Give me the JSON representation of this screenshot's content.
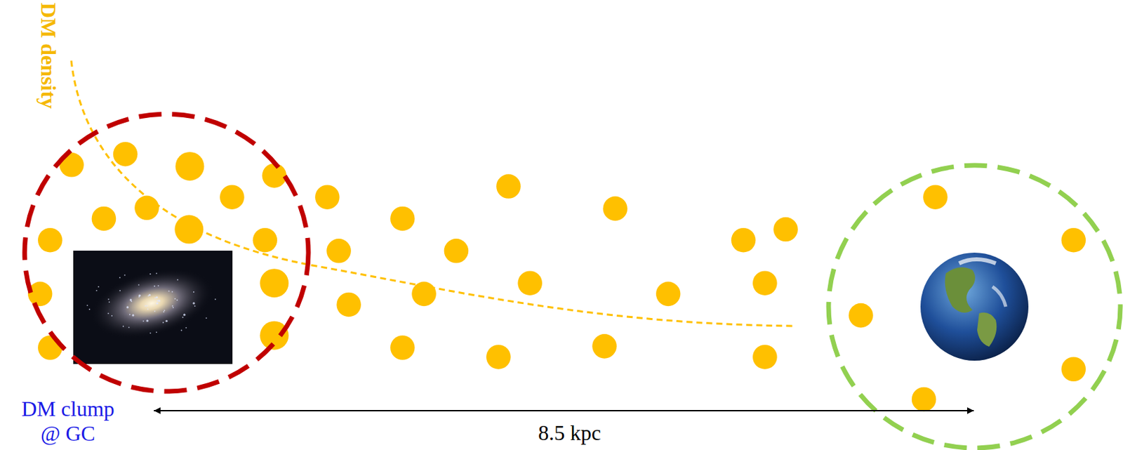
{
  "diagram": {
    "nodes": [
      {
        "text": [
          "DM clump @ GC"
        ]
      }
    ],
    "edges": [],
    "labels": [
      "DM density",
      "8.5 kpc"
    ]
  }
}
